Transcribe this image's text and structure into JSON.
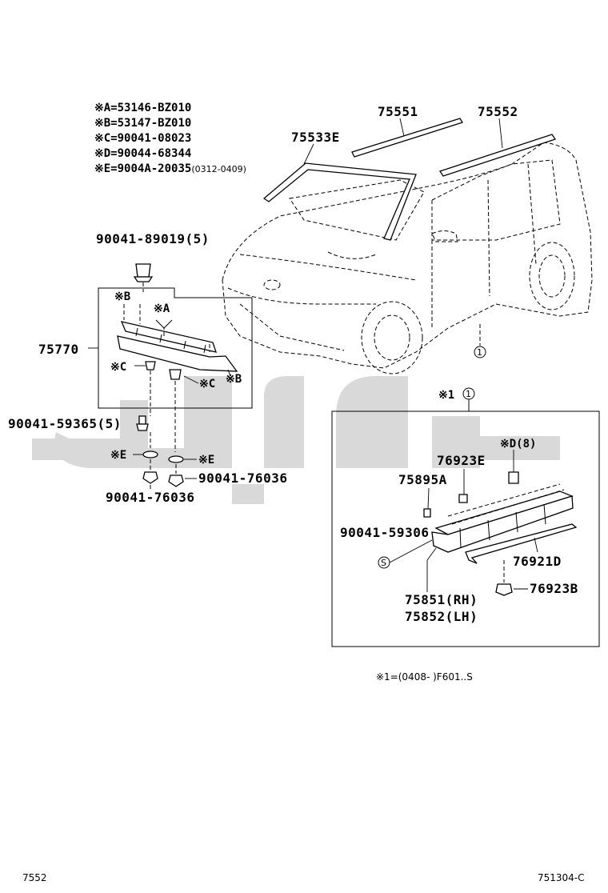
{
  "notes": [
    {
      "mark": "※A",
      "value": "=53146-BZ010",
      "suffix": ""
    },
    {
      "mark": "※B",
      "value": "=53147-BZ010",
      "suffix": ""
    },
    {
      "mark": "※C",
      "value": "=90041-08023",
      "suffix": ""
    },
    {
      "mark": "※D",
      "value": "=90044-68344",
      "suffix": ""
    },
    {
      "mark": "※E",
      "value": "=9004A-20035",
      "suffix": "(0312-0409)"
    }
  ],
  "part_numbers": {
    "windshield_molding": "75533E",
    "roof_molding_1": "75551",
    "roof_molding_2": "75552",
    "clip_top": "90041-89019(5)",
    "front_garnish": "75770",
    "screw_left": "90041-59365(5)",
    "nut_left": "90041-76036",
    "nut_right": "90041-76036",
    "side_clip": "76923E",
    "side_clip_2": "75895A",
    "side_screw": "90041-59306",
    "side_molding": "76921D",
    "clip_bottom": "76923B",
    "rocker_rh": "75851(RH)",
    "rocker_lh": "75852(LH)"
  },
  "callouts": {
    "b1": "※B",
    "a1": "※A",
    "c1": "※C",
    "c2": "※C",
    "b2": "※B",
    "e1": "※E",
    "e2": "※E",
    "d8": "※D(8)",
    "s": "S",
    "ref1": "1",
    "box_mark": "※1",
    "box_ref": "1"
  },
  "watermark": "تیبا پارت",
  "footnote": "※1=(0408-    )F601..S",
  "footer": {
    "left": "7552",
    "right": "751304-C"
  }
}
